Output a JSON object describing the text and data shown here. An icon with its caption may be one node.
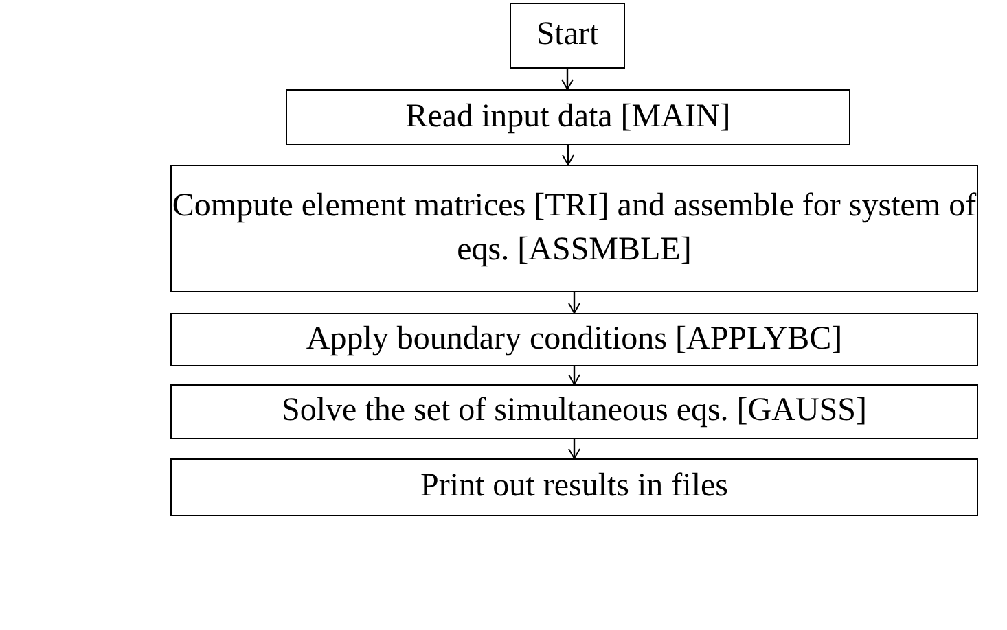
{
  "diagram": {
    "nodes": [
      {
        "text": [
          "Start"
        ]
      },
      {
        "text": [
          "Read input data [MAIN]"
        ]
      },
      {
        "text": [
          "Compute element matrices [TRI] and assemble for system of eqs. [ASSMBLE]"
        ]
      },
      {
        "text": [
          "Apply boundary conditions [APPLYBC]"
        ]
      },
      {
        "text": [
          "Solve the set of simultaneous eqs. [GAUSS]"
        ]
      },
      {
        "text": [
          "Print out results in files"
        ]
      }
    ],
    "edges": [
      {
        "from": 0,
        "to": 1,
        "arrow": "to"
      },
      {
        "from": 1,
        "to": 2,
        "arrow": "to"
      },
      {
        "from": 2,
        "to": 3,
        "arrow": "to"
      },
      {
        "from": 3,
        "to": 4,
        "arrow": "to"
      },
      {
        "from": 4,
        "to": 5,
        "arrow": "to"
      }
    ]
  }
}
